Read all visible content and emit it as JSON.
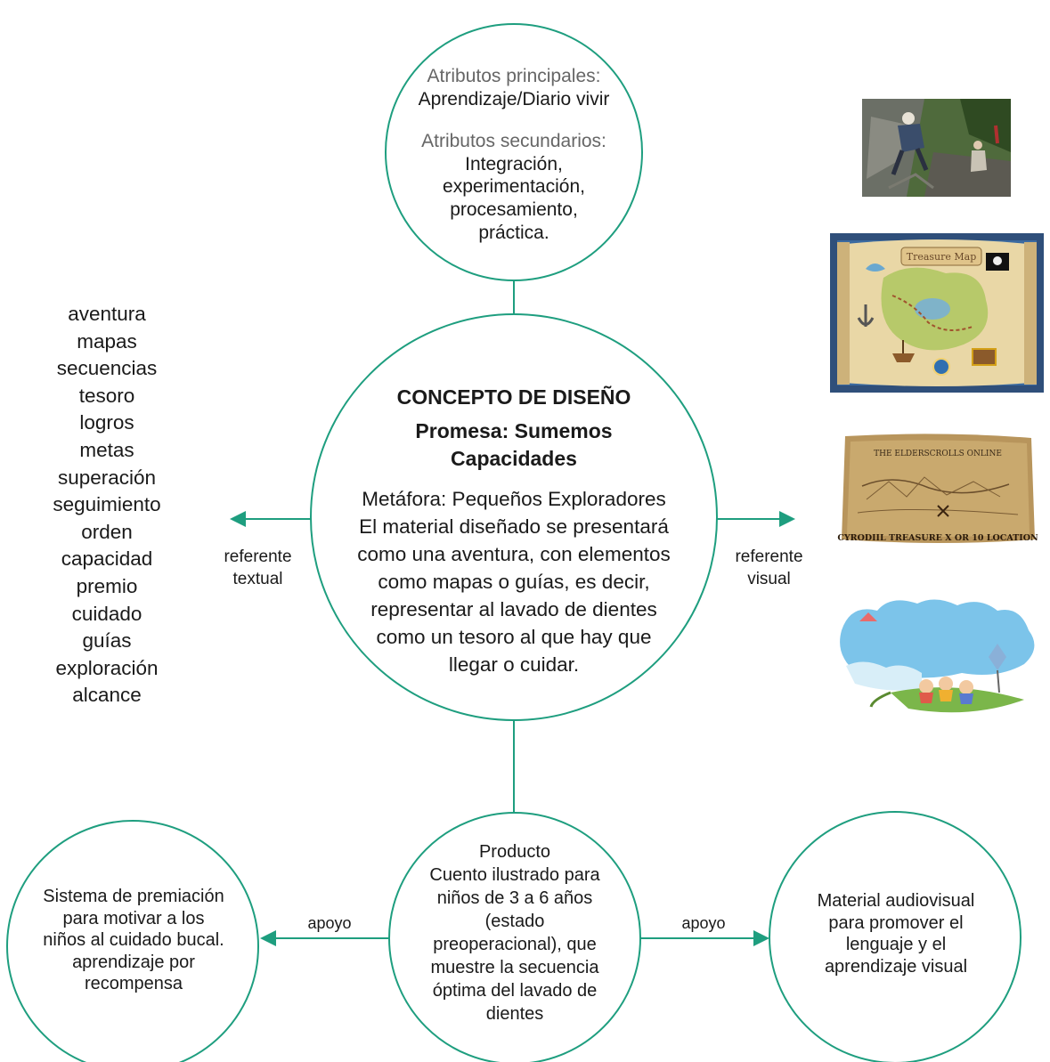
{
  "colors": {
    "accent": "#1e9e7f",
    "text": "#1a1a1a",
    "muted": "#666666"
  },
  "top": {
    "primary_heading": "Atributos principales:",
    "primary_value": "Aprendizaje/Diario vivir",
    "secondary_heading": "Atributos secundarios:",
    "secondary_lines": [
      "Integración,",
      "experimentación,",
      "procesamiento,",
      "práctica."
    ]
  },
  "center": {
    "title": "CONCEPTO DE DISEÑO",
    "promise_lines": [
      "Promesa: Sumemos",
      "Capacidades"
    ],
    "body_lines": [
      "Metáfora: Pequeños Exploradores",
      "El material diseñado se presentará",
      "como una aventura, con elementos",
      "como mapas o guías, es decir,",
      "representar al lavado de dientes",
      "como un tesoro al que hay que",
      "llegar o cuidar."
    ]
  },
  "keywords": [
    "aventura",
    "mapas",
    "secuencias",
    "tesoro",
    "logros",
    "metas",
    "superación",
    "seguimiento",
    "orden",
    "capacidad",
    "premio",
    "cuidado",
    "guías",
    "exploración",
    "alcance"
  ],
  "labels": {
    "left_ref": [
      "referente",
      "textual"
    ],
    "right_ref": [
      "referente",
      "visual"
    ],
    "support_left": "apoyo",
    "support_right": "apoyo"
  },
  "bottom_left": {
    "lines": [
      "Sistema de premiación",
      "para motivar a los",
      "niños al cuidado bucal.",
      "aprendizaje por",
      "recompensa"
    ]
  },
  "bottom_center": {
    "heading": "Producto",
    "lines": [
      "Cuento ilustrado para",
      "niños de 3 a 6 años",
      "(estado",
      "preoperacional), que",
      "muestre la secuencia",
      "óptima del lavado de",
      "dientes"
    ]
  },
  "bottom_right": {
    "lines": [
      "Material audiovisual",
      "para promover el",
      "lenguaje y el",
      "aprendizaje visual"
    ]
  },
  "images": {
    "map_banner": "Treasure Map",
    "scroll_title": "THE ELDERSCROLLS ONLINE",
    "scroll_subtitle": "CYRODIIL TREASURE X OR 10 LOCATION"
  }
}
